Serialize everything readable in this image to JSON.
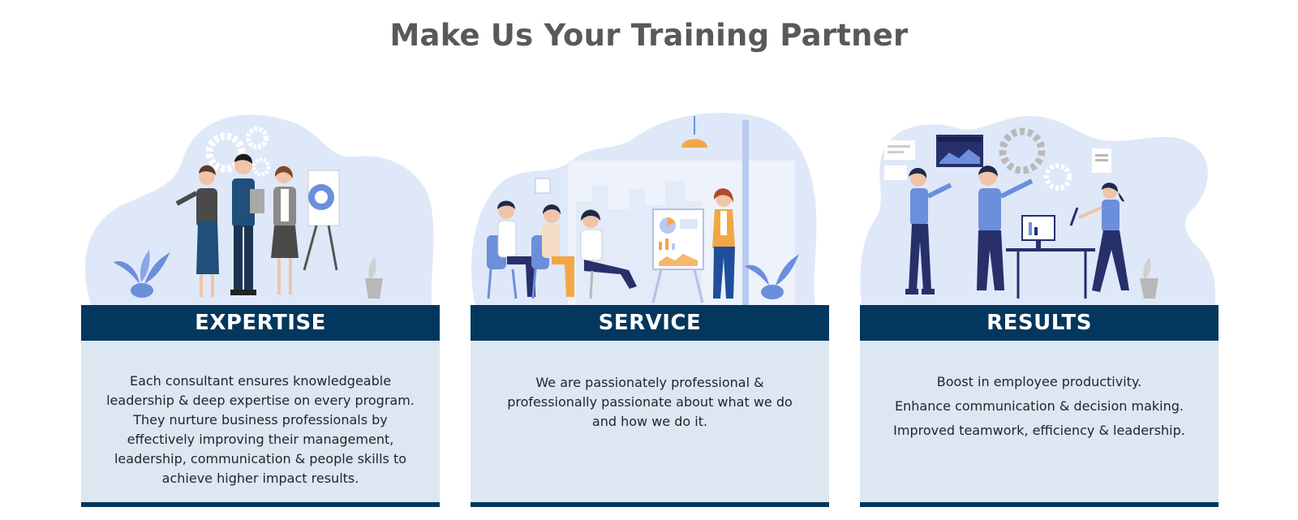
{
  "page": {
    "title": "Make Us Your Training Partner"
  },
  "colors": {
    "title": "#58595b",
    "banner": "#03375d",
    "body_bg": "#dce7f1",
    "blob_bg": "#dfe8f8",
    "accent_orange": "#f3a646",
    "accent_blue": "#6c8fdc",
    "navy": "#27306b"
  },
  "cards": [
    {
      "heading": "EXPERTISE",
      "illustration": "three-consultants-presenting-icon",
      "lines": [
        "Each consultant ensures knowledgeable",
        "leadership & deep expertise on every program.",
        "They nurture business professionals by",
        "effectively improving their management,",
        "leadership, communication & people skills to",
        "achieve higher impact results."
      ]
    },
    {
      "heading": "SERVICE",
      "illustration": "training-session-presentation-icon",
      "lines": [
        "We are passionately professional &",
        "professionally passionate about what we do",
        "and how we do it."
      ]
    },
    {
      "heading": "RESULTS",
      "illustration": "team-collaboration-icon",
      "lines": [
        "Boost in employee productivity.",
        "Enhance communication & decision making.",
        "Improved teamwork, efficiency &  leadership."
      ]
    }
  ]
}
